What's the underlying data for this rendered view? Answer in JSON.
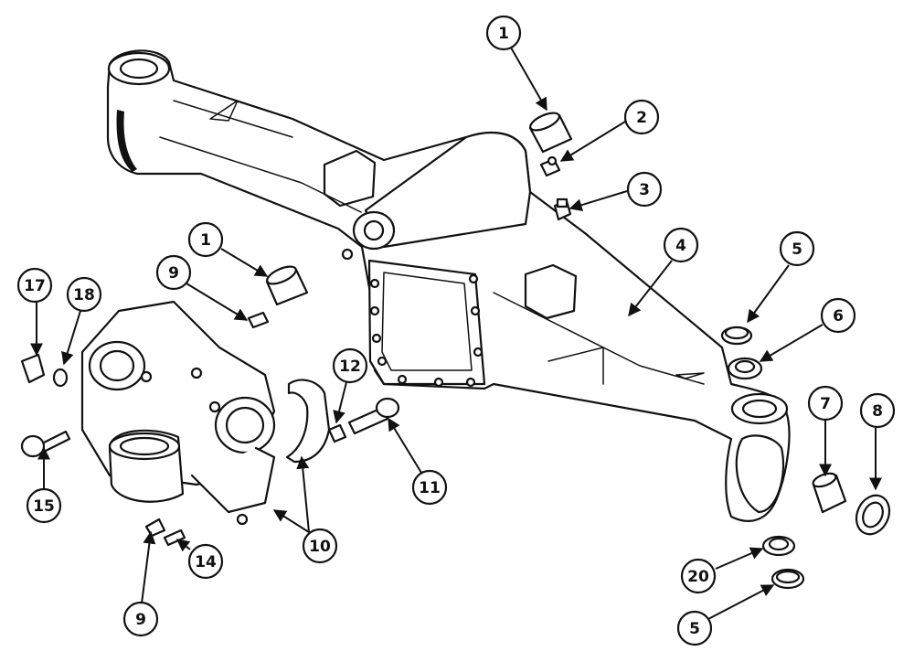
{
  "callouts": [
    {
      "id": "c1a",
      "label": "1"
    },
    {
      "id": "c2",
      "label": "2"
    },
    {
      "id": "c3",
      "label": "3"
    },
    {
      "id": "c4",
      "label": "4"
    },
    {
      "id": "c5a",
      "label": "5"
    },
    {
      "id": "c6",
      "label": "6"
    },
    {
      "id": "c1b",
      "label": "1"
    },
    {
      "id": "c9a",
      "label": "9"
    },
    {
      "id": "c17",
      "label": "17"
    },
    {
      "id": "c18",
      "label": "18"
    },
    {
      "id": "c12",
      "label": "12"
    },
    {
      "id": "c7",
      "label": "7"
    },
    {
      "id": "c8",
      "label": "8"
    },
    {
      "id": "c11",
      "label": "11"
    },
    {
      "id": "c15",
      "label": "15"
    },
    {
      "id": "c10",
      "label": "10"
    },
    {
      "id": "c14",
      "label": "14"
    },
    {
      "id": "c20",
      "label": "20"
    },
    {
      "id": "c9b",
      "label": "9"
    },
    {
      "id": "c5b",
      "label": "5"
    }
  ]
}
